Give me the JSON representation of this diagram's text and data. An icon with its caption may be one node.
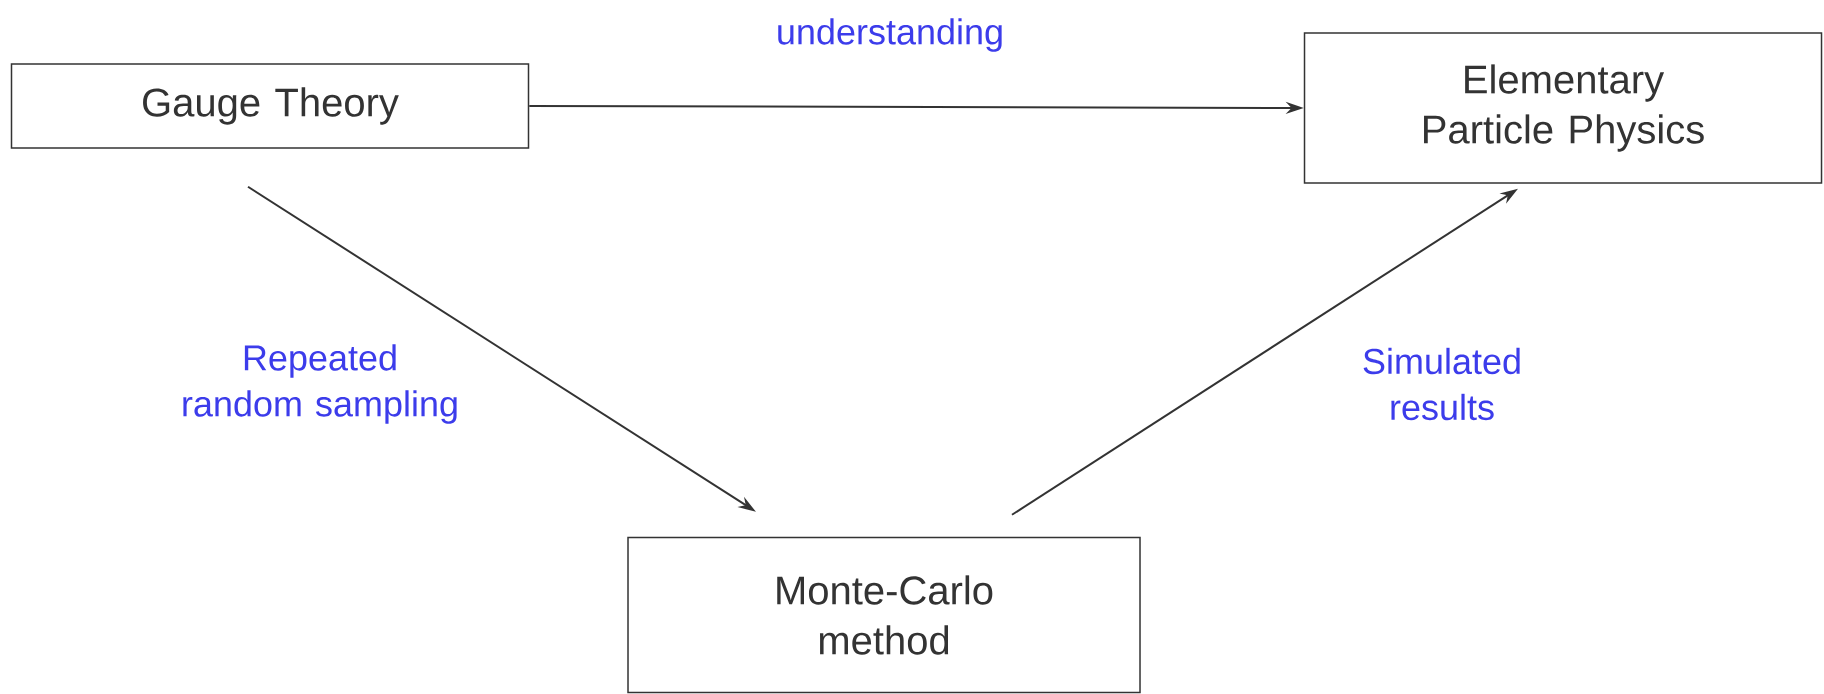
{
  "diagram": {
    "nodes": [
      {
        "text": [
          "Gauge Theory"
        ]
      },
      {
        "text": [
          "Elementary Particle Physics"
        ]
      },
      {
        "text": [
          "Monte-Carlo method"
        ]
      }
    ],
    "edges": [
      {
        "from": 0,
        "to": 1,
        "arrow": "to",
        "label": "understanding"
      },
      {
        "from": 0,
        "to": 2,
        "arrow": "to",
        "label": "Repeated random sampling"
      },
      {
        "from": 2,
        "to": 1,
        "arrow": "to",
        "label": "Simulated results"
      }
    ]
  }
}
